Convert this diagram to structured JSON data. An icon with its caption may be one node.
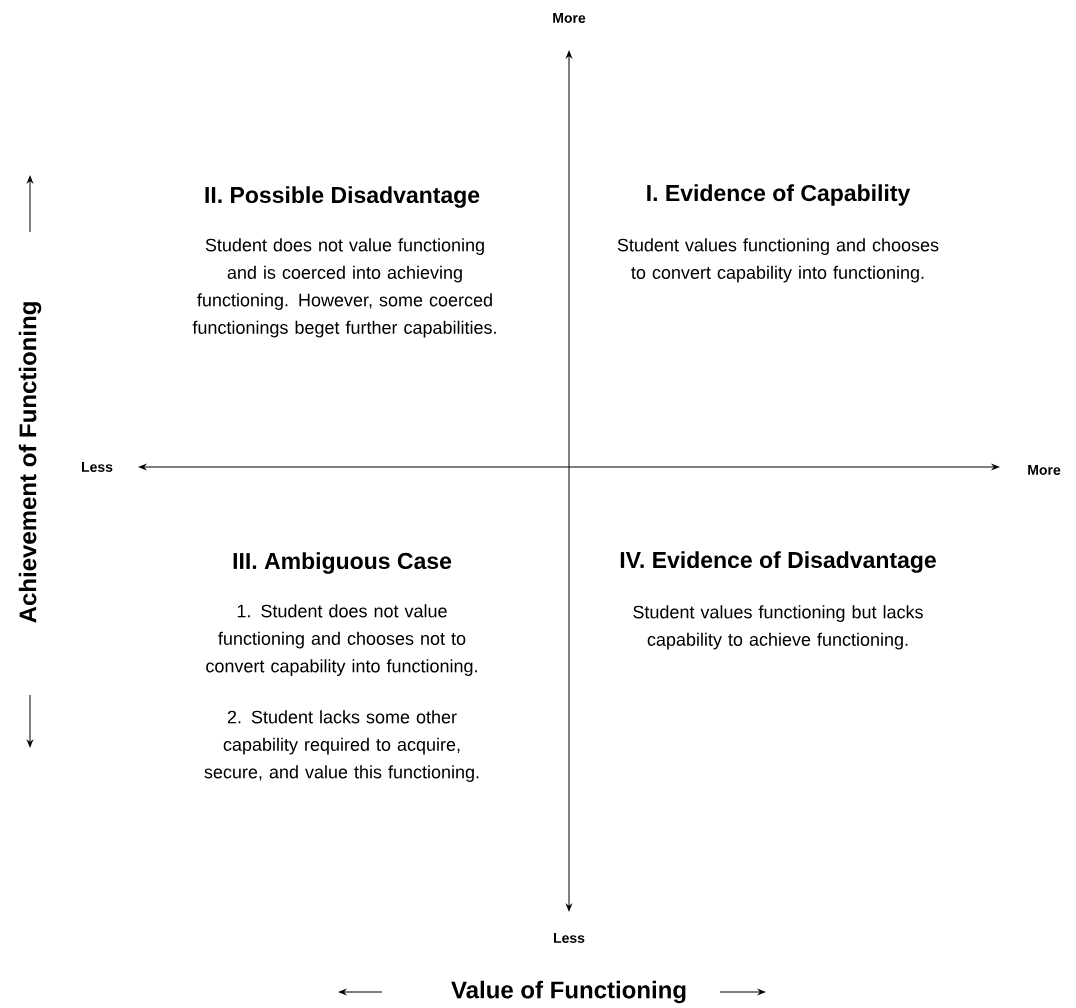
{
  "diagram": {
    "labels": [
      "More",
      "Achievement of Functioning",
      "II. Possible Disadvantage",
      "Student does not value functioning and is coerced into achieving functioning. However, some coerced functionings beget further capabilities.",
      "I. Evidence of Capability",
      "Student values functioning and chooses to convert capability into functioning.",
      "Less",
      "More",
      "III. Ambiguous Case",
      "1. Student does not value functioning and chooses not to convert capability into functioning.",
      "2. Student lacks some other capability required to acquire, secure, and value this functioning.",
      "IV. Evidence of Disadvantage",
      "Student values functioning but lacks capability to achieve functioning.",
      "Less",
      "Value of Functioning"
    ]
  }
}
